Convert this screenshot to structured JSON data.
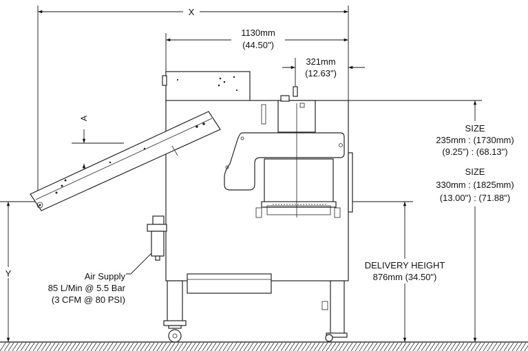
{
  "dimensions": {
    "x_label": "X",
    "y_label": "Y",
    "a_label": "A",
    "width_mm": "1130mm",
    "width_in": "(44.50\")",
    "offset_mm": "321mm",
    "offset_in": "(12.63\")"
  },
  "size_one": {
    "heading": "SIZE",
    "line1": "235mm : (1730mm)",
    "line2": "(9.25\") : (68.13\")"
  },
  "size_two": {
    "heading": "SIZE",
    "line1": "330mm : (1825mm)",
    "line2": "(13.00\") : (71.88\")"
  },
  "delivery": {
    "heading": "DELIVERY HEIGHT",
    "value": "876mm (34.50\")"
  },
  "air_supply": {
    "line1": "Air Supply",
    "line2": "85 L/Min @ 5.5 Bar",
    "line3": "(3 CFM @ 80 PSI)"
  }
}
